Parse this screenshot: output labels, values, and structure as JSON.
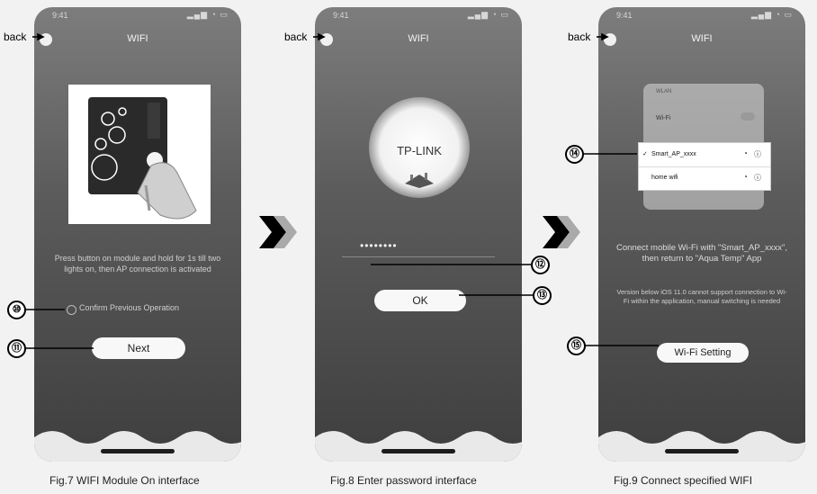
{
  "screens": [
    {
      "status_time": "9:41",
      "title": "WIFI",
      "instruction": "Press button on module and hold for 1s till two lights on, then AP connection is activated",
      "confirm_label": "Confirm Previous Operation",
      "next_label": "Next",
      "caption": "Fig.7 WIFI Module On interface"
    },
    {
      "status_time": "9:41",
      "title": "WIFI",
      "network_name": "TP-LINK",
      "password_value": "••••••••",
      "ok_label": "OK",
      "caption": "Fig.8 Enter password interface"
    },
    {
      "status_time": "9:41",
      "title": "WIFI",
      "wifi_list_header": "WLAN",
      "wifi_label": "Wi-Fi",
      "network_1": "Smart_AP_xxxx",
      "network_2": "home wifi",
      "connect_msg": "Connect mobile Wi-Fi with \"Smart_AP_xxxx\", then return to \"Aqua Temp\" App",
      "ios_note": "Version below iOS 11.0 cannot support connection to Wi-Fi within the application, manual switching is needed",
      "wifi_setting_label": "Wi-Fi Setting",
      "caption": "Fig.9 Connect specified WIFI"
    }
  ],
  "annotations": {
    "back_label": "back",
    "n10": "⑩",
    "n11": "⑪",
    "n12": "⑫",
    "n13": "⑬",
    "n14": "⑭",
    "n15": "⑮"
  }
}
